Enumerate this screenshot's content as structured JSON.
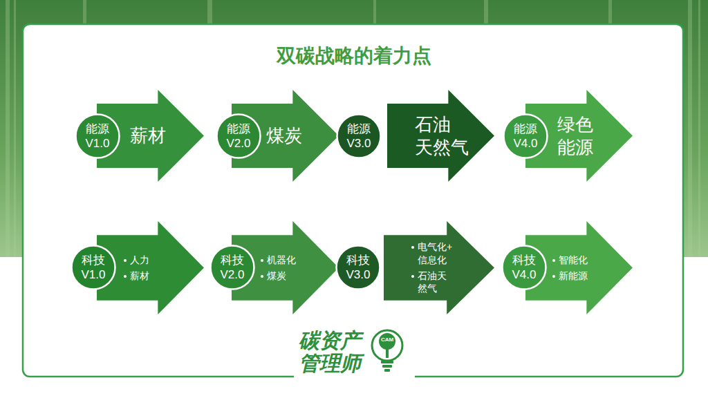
{
  "diagram": {
    "title": "双碳战略的着力点",
    "nodes": [
      {
        "text": [
          "能源 V1.0"
        ]
      },
      {
        "text": [
          "薪材"
        ]
      },
      {
        "text": [
          "能源 V2.0"
        ]
      },
      {
        "text": [
          "煤炭"
        ]
      },
      {
        "text": [
          "能源 V3.0"
        ]
      },
      {
        "text": [
          "石油 天然气"
        ]
      },
      {
        "text": [
          "能源 V4.0"
        ]
      },
      {
        "text": [
          "绿色 能源"
        ]
      },
      {
        "text": [
          "科技 V1.0"
        ]
      },
      {
        "text": [
          "人力",
          "薪材"
        ]
      },
      {
        "text": [
          "科技 V2.0"
        ]
      },
      {
        "text": [
          "机器化",
          "煤炭"
        ]
      },
      {
        "text": [
          "科技 V3.0"
        ]
      },
      {
        "text": [
          "电气化+ 信息化",
          "石油天 然气"
        ]
      },
      {
        "text": [
          "科技 V4.0"
        ]
      },
      {
        "text": [
          "智能化",
          "新能源"
        ]
      }
    ],
    "labels": [
      "碳资产 管理师",
      "CAM"
    ]
  }
}
